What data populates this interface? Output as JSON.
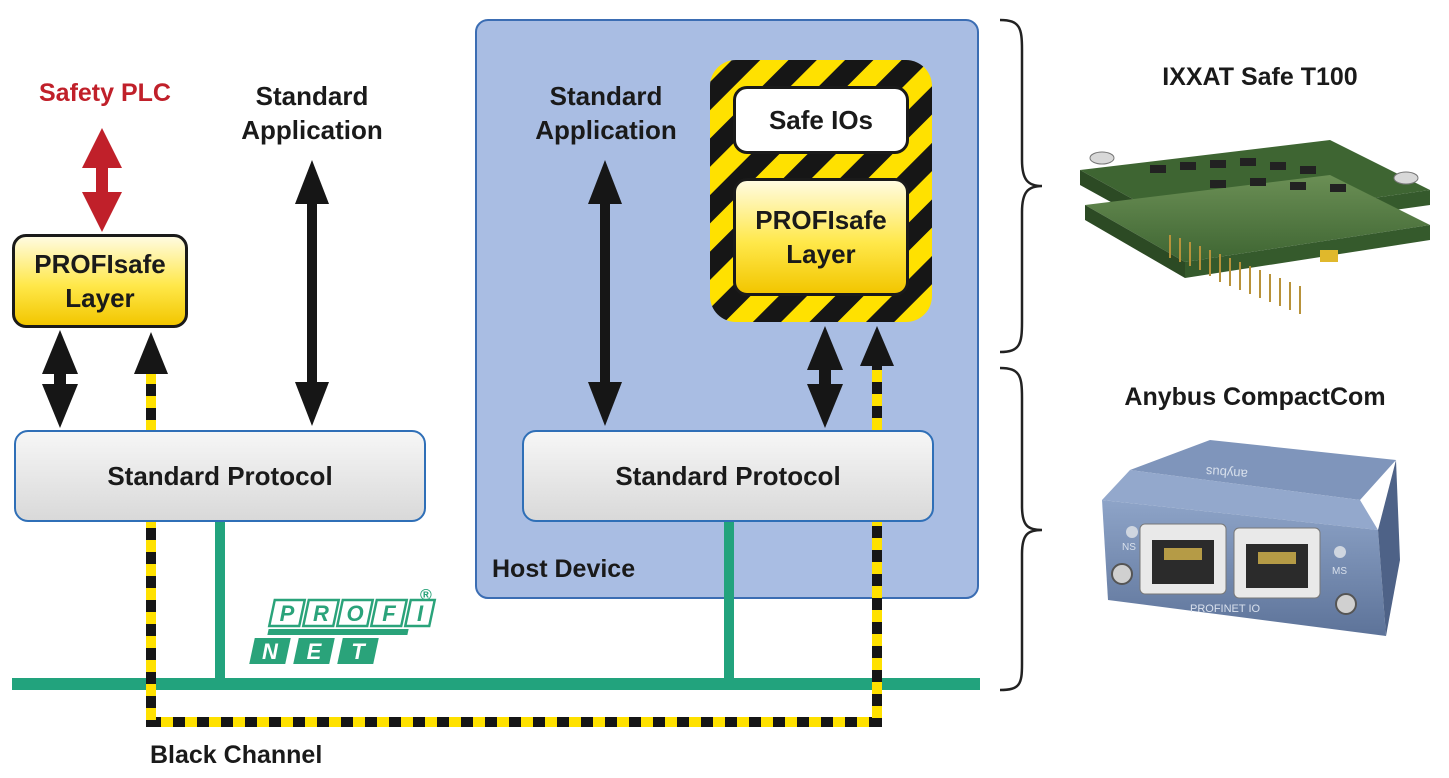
{
  "safety_plc": {
    "label": "Safety PLC",
    "color": "#c0202a"
  },
  "left": {
    "std_application": "Standard\nApplication",
    "profisafe_layer": "PROFIsafe\nLayer",
    "standard_protocol": "Standard Protocol"
  },
  "host": {
    "title": "Host Device",
    "std_application": "Standard\nApplication",
    "safe_ios": "Safe IOs",
    "profisafe_layer": "PROFIsafe\nLayer",
    "standard_protocol": "Standard Protocol",
    "background": "#a9bde3"
  },
  "logo": {
    "row1": [
      "P",
      "R",
      "O",
      "F",
      "I"
    ],
    "row2": [
      "N",
      "E",
      "T"
    ],
    "reg": "®",
    "color": "#2aa37a"
  },
  "network": {
    "black_channel": "Black Channel",
    "line_color": "#22a37d",
    "channel_stripe": "#ffe100"
  },
  "products": {
    "safe_t100": {
      "title": "IXXAT Safe T100"
    },
    "compactcom": {
      "title": "Anybus CompactCom",
      "led_ns": "NS",
      "led_ms": "MS",
      "footer": "PROFINET IO",
      "brand": "anybus"
    }
  }
}
